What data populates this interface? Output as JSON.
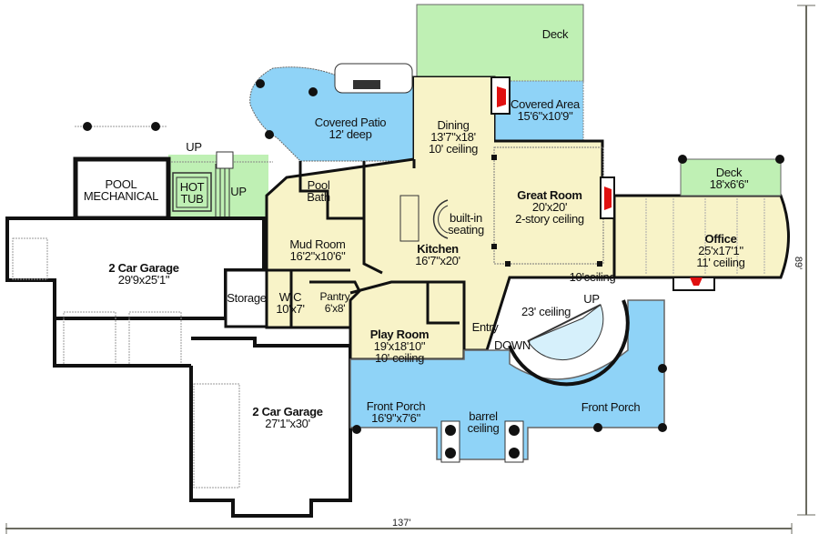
{
  "plan": {
    "colors": {
      "interior": "#f8f3c8",
      "porch": "#8fd3f7",
      "deck": "#bff0b4",
      "garage": "#ffffff",
      "wall": "#111111",
      "fireplace": "#e01010",
      "dimension_line": "#6b6b60"
    },
    "rooms": {
      "deck_top": {
        "name": "Deck"
      },
      "covered_patio": {
        "name": "Covered Patio",
        "dims": "12' deep"
      },
      "covered_area": {
        "name": "Covered Area",
        "dims": "15'6\"x10'9\""
      },
      "dining": {
        "name": "Dining",
        "dims": "13'7\"x18'",
        "ceiling": "10' ceiling"
      },
      "great_room": {
        "name": "Great Room",
        "dims": "20'x20'",
        "ceiling": "2-story ceiling"
      },
      "deck_right": {
        "name": "Deck",
        "dims": "18'x6'6\""
      },
      "office": {
        "name": "Office",
        "dims": "25'x17'1\"",
        "ceiling": "11' ceiling"
      },
      "pool_mechanical": {
        "name_line1": "POOL",
        "name_line2": "MECHANICAL"
      },
      "hot_tub": {
        "name_line1": "HOT",
        "name_line2": "TUB"
      },
      "pool_bath": {
        "name_line1": "Pool",
        "name_line2": "Bath"
      },
      "mud_room": {
        "name": "Mud Room",
        "dims": "16'2\"x10'6\""
      },
      "kitchen": {
        "name": "Kitchen",
        "dims": "16'7\"x20'"
      },
      "builtin_seating": {
        "line1": "built-in",
        "line2": "seating"
      },
      "garage_1": {
        "name": "2 Car Garage",
        "dims": "29'9x25'1\""
      },
      "storage": {
        "name": "Storage"
      },
      "wic": {
        "name": "WIC",
        "dims": "10'x7'"
      },
      "pantry": {
        "name": "Pantry",
        "dims": "6'x8'"
      },
      "play_room": {
        "name": "Play Room",
        "dims": "19'x18'10\"",
        "ceiling": "10' ceiling"
      },
      "entry": {
        "name": "Entry"
      },
      "hall_ceiling": {
        "text": "10'ceiling"
      },
      "stair_ceiling": {
        "text": "23' ceiling"
      },
      "garage_2": {
        "name": "2 Car Garage",
        "dims": "27'1\"x30'"
      },
      "front_porch_left": {
        "name": "Front Porch",
        "dims": "16'9\"x7'6\""
      },
      "barrel": {
        "line1": "barrel",
        "line2": "ceiling"
      },
      "front_porch_right": {
        "name": "Front Porch"
      }
    },
    "stairs": {
      "up_pool_top": "UP",
      "up_pool_side": "UP",
      "up_main": "UP",
      "down_main": "DOWN"
    },
    "dimensions": {
      "overall_width": "137'",
      "overall_depth": "89'"
    }
  }
}
